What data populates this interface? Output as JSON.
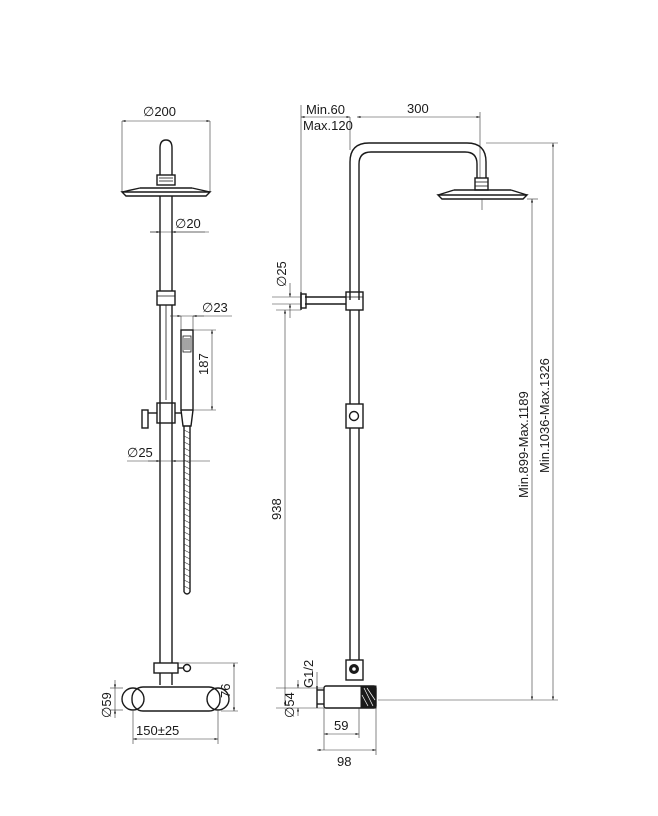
{
  "front_view": {
    "head_diameter": "∅200",
    "pipe_diameter": "∅20",
    "handshower_diameter": "∅23",
    "handshower_length": "187",
    "bar_diameter": "∅25",
    "knob_diameter": "∅59",
    "outlet_height": "76",
    "inlet_spacing": "150±25"
  },
  "side_view": {
    "wall_min": "Min.60",
    "wall_max": "Max.120",
    "arm_length": "300",
    "holder_diameter": "∅25",
    "total_height": "938",
    "head_height": "Min.899-Max.1189",
    "overall_height": "Min.1036-Max.1326",
    "thread": "G1/2",
    "body_diameter": "∅54",
    "body_depth": "59",
    "total_depth": "98"
  }
}
